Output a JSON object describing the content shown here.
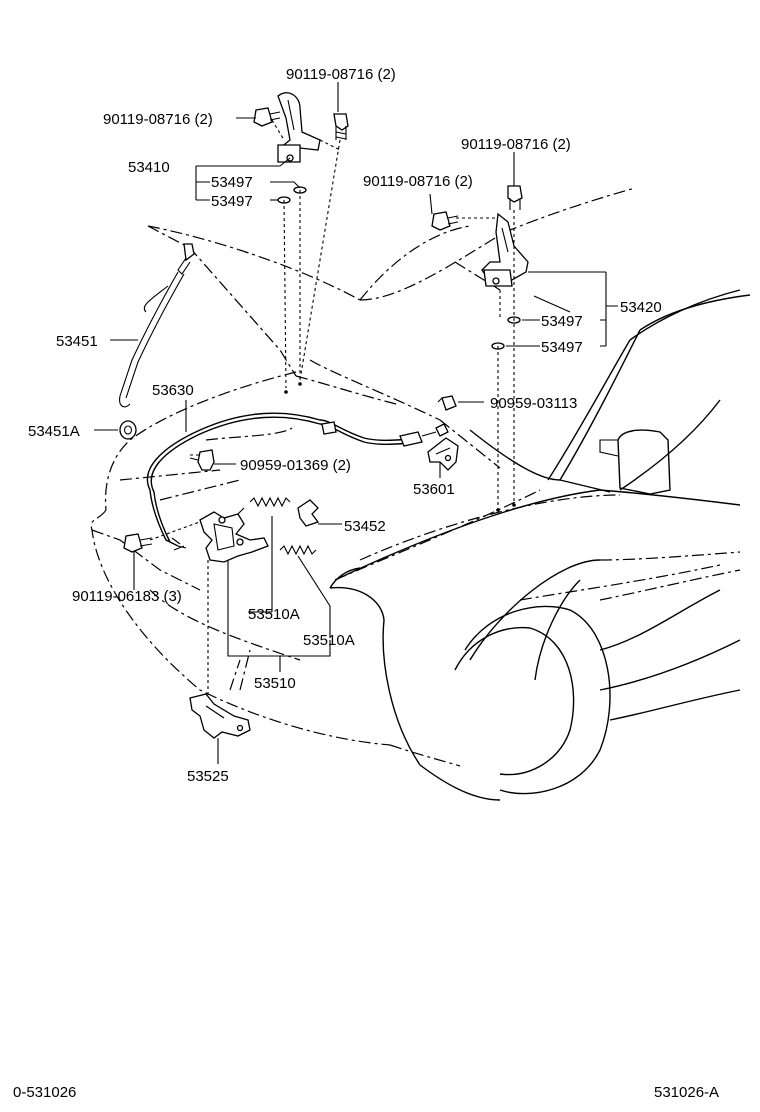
{
  "labels": {
    "bolt_top": "90119-08716 (2)",
    "bolt_left": "90119-08716 (2)",
    "hinge_left": "53410",
    "washer_l1": "53497",
    "washer_l2": "53497",
    "bolt_right_top": "90119-08716 (2)",
    "bolt_right": "90119-08716 (2)",
    "hinge_right": "53420",
    "washer_r1": "53497",
    "washer_r2": "53497",
    "support_rod": "53451",
    "rod_cushion": "53451A",
    "release_cable": "53630",
    "clamp_right": "90959-03113",
    "clamp_center": "90959-01369 (2)",
    "latch_bracket": "53601",
    "spring_support": "53452",
    "bolt_lock": "90119-06183 (3)",
    "spring_a1": "53510A",
    "spring_a2": "53510A",
    "lock_assembly": "53510",
    "release_lever": "53525"
  },
  "footer": {
    "left_code": "0-531026",
    "right_code": "531026-A"
  }
}
